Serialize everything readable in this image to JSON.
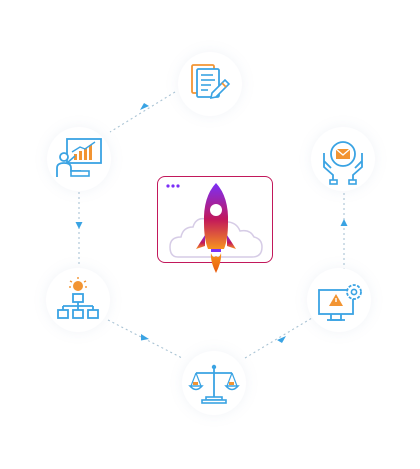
{
  "diagram": {
    "type": "cycle",
    "center": {
      "name": "rocket-launch-cloud",
      "icon": "rocket-icon"
    },
    "nodes": [
      {
        "name": "document-editing",
        "icon": "document-edit-icon"
      },
      {
        "name": "email-hands",
        "icon": "email-hands-icon"
      },
      {
        "name": "monitor-alert-settings",
        "icon": "monitor-alert-icon"
      },
      {
        "name": "balance-scale",
        "icon": "balance-scale-icon"
      },
      {
        "name": "idea-hierarchy",
        "icon": "idea-hierarchy-icon"
      },
      {
        "name": "analytics-presentation",
        "icon": "presentation-chart-icon"
      }
    ],
    "flow_direction": "counter-clockwise",
    "colors": {
      "icon_blue": "#3aa3e3",
      "icon_orange": "#f29432",
      "connector": "#9fb8c9",
      "arrow": "#3aa3e3",
      "card_border": "#c2185b",
      "rocket_top": "#7b2ff7",
      "rocket_bottom": "#f7931e",
      "cloud": "#d6cce6"
    }
  }
}
